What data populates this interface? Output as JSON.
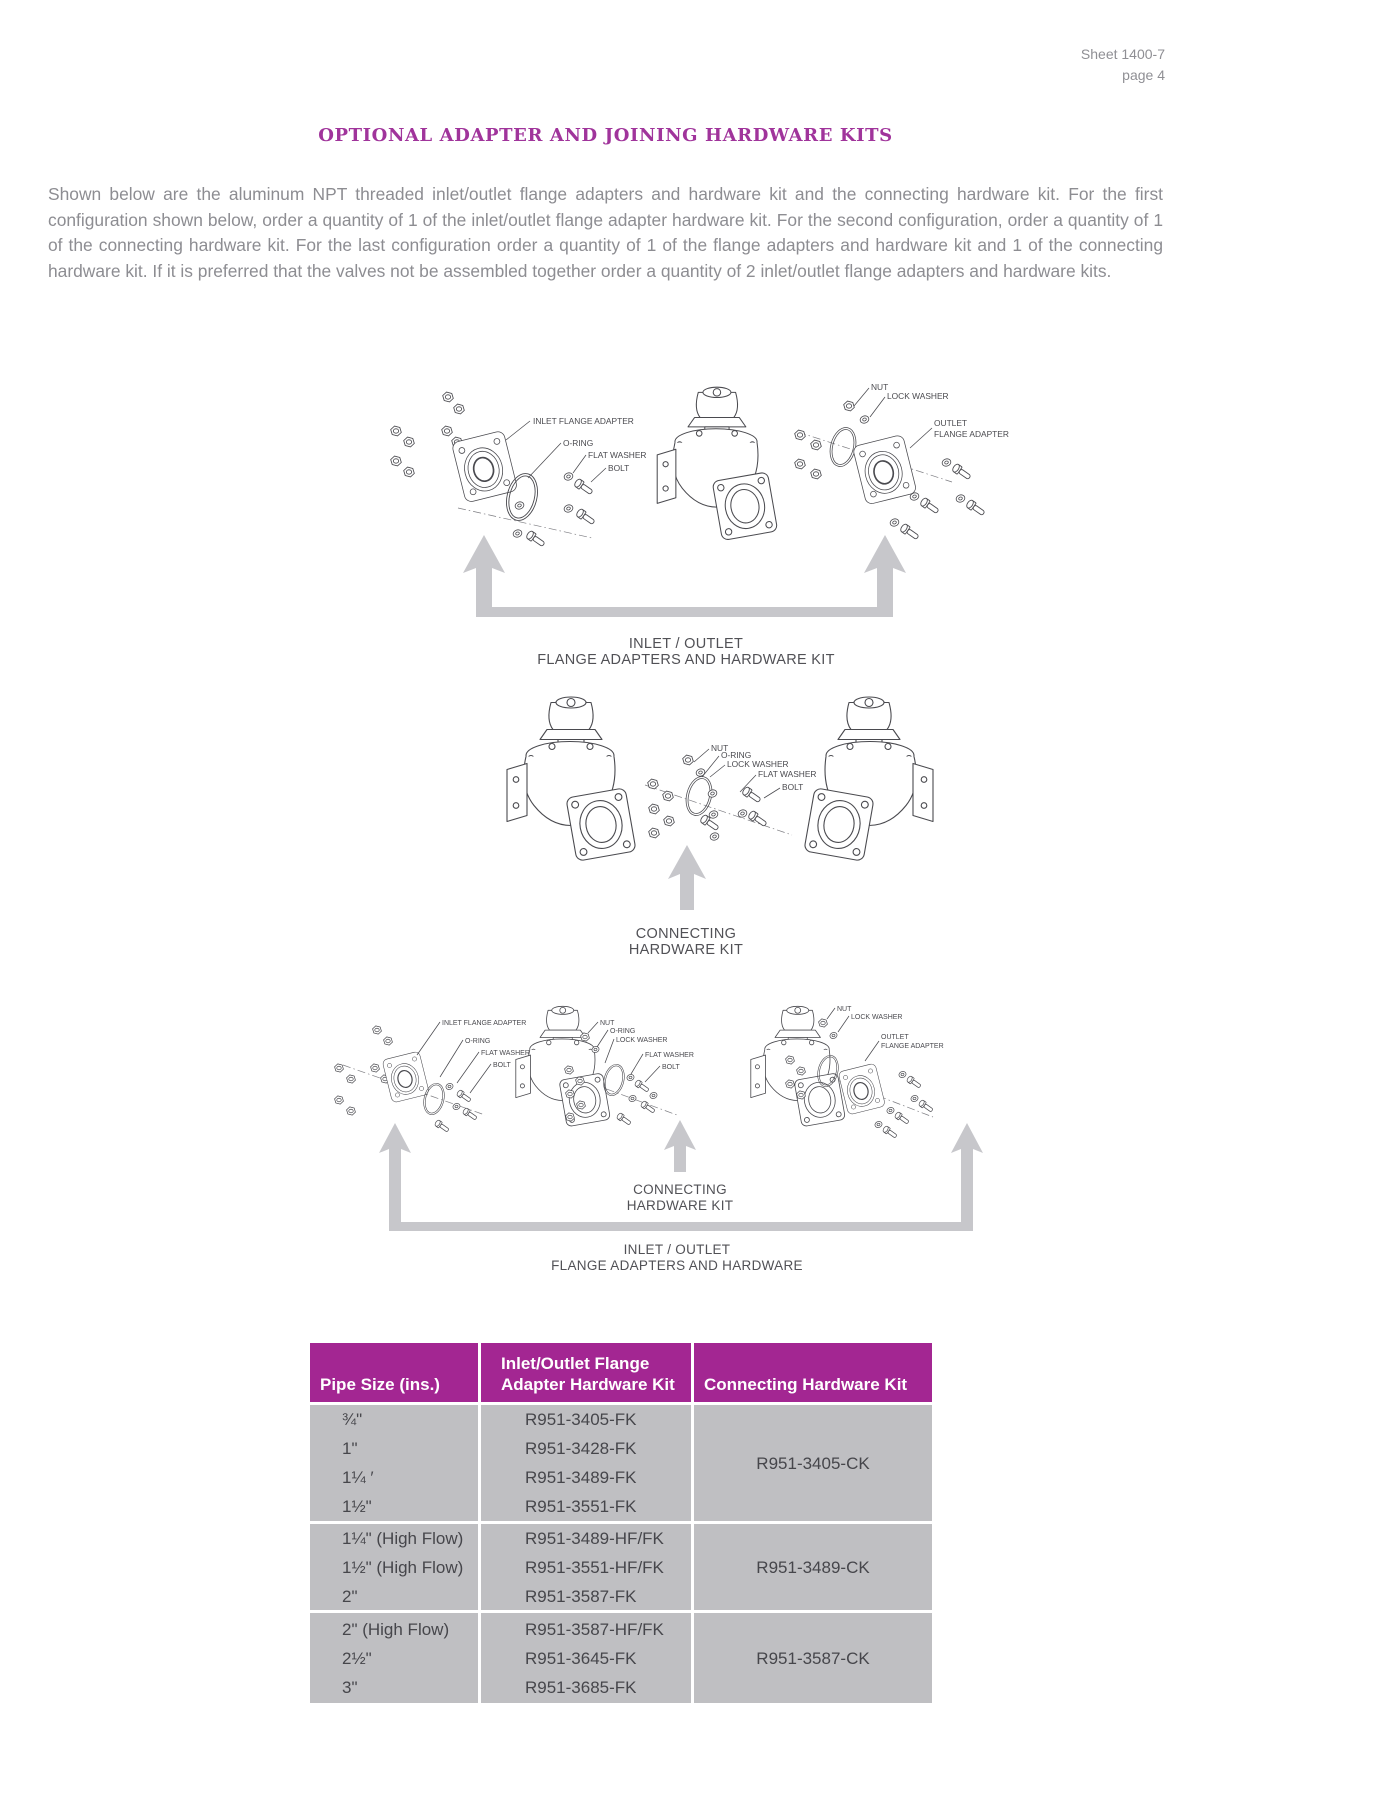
{
  "header": {
    "sheet": "Sheet 1400-7",
    "page": "page 4"
  },
  "title": "OPTIONAL ADAPTER AND JOINING HARDWARE KITS",
  "intro": "Shown below are the aluminum NPT threaded inlet/outlet flange adapters and hardware kit and the connecting hardware kit. For the first configuration shown below, order a quantity of 1 of the inlet/outlet flange adapter hardware kit. For the second configuration, order a quantity of 1 of the connecting hardware kit. For the last configuration order a quantity of 1 of the flange adapters and hardware kit and 1 of the connecting hardware kit. If it is preferred that the valves not be assembled together order a quantity of 2 inlet/outlet flange adapters and hardware kits.",
  "diagram1": {
    "labels": {
      "inlet_flange_adapter": "INLET FLANGE ADAPTER",
      "o_ring": "O-RING",
      "flat_washer": "FLAT WASHER",
      "bolt": "BOLT",
      "nut": "NUT",
      "lock_washer": "LOCK WASHER",
      "outlet_line1": "OUTLET",
      "outlet_line2": "FLANGE ADAPTER"
    },
    "caption_line1": "INLET / OUTLET",
    "caption_line2": "FLANGE ADAPTERS AND HARDWARE KIT"
  },
  "diagram2": {
    "labels": {
      "nut": "NUT",
      "o_ring": "O-RING",
      "lock_washer": "LOCK WASHER",
      "flat_washer": "FLAT WASHER",
      "bolt": "BOLT"
    },
    "caption_line1": "CONNECTING",
    "caption_line2": "HARDWARE KIT"
  },
  "diagram3": {
    "labels_left": {
      "inlet_flange_adapter": "INLET FLANGE ADAPTER",
      "o_ring": "O-RING",
      "flat_washer": "FLAT WASHER",
      "bolt": "BOLT"
    },
    "labels_mid": {
      "nut": "NUT",
      "o_ring": "O-RING",
      "lock_washer": "LOCK WASHER",
      "flat_washer": "FLAT WASHER",
      "bolt": "BOLT"
    },
    "labels_right": {
      "nut": "NUT",
      "lock_washer": "LOCK WASHER",
      "outlet_line1": "OUTLET",
      "outlet_line2": "FLANGE ADAPTER"
    },
    "caption_mid_line1": "CONNECTING",
    "caption_mid_line2": "HARDWARE KIT",
    "caption_bottom_line1": "INLET / OUTLET",
    "caption_bottom_line2": "FLANGE ADAPTERS AND HARDWARE"
  },
  "table": {
    "headers": {
      "col1": "Pipe Size (ins.)",
      "col2_line1": "Inlet/Outlet Flange",
      "col2_line2": "Adapter Hardware Kit",
      "col3": "Connecting Hardware Kit"
    },
    "groups": [
      {
        "rows": [
          [
            "¾\"",
            "R951-3405-FK"
          ],
          [
            "1\"",
            "R951-3428-FK"
          ],
          [
            "1¼ ′",
            "R951-3489-FK"
          ],
          [
            "1½\"",
            "R951-3551-FK"
          ]
        ],
        "connecting": "R951-3405-CK"
      },
      {
        "rows": [
          [
            "1¼\" (High Flow)",
            "R951-3489-HF/FK"
          ],
          [
            "1½\" (High Flow)",
            "R951-3551-HF/FK"
          ],
          [
            "2\"",
            "R951-3587-FK"
          ]
        ],
        "connecting": "R951-3489-CK"
      },
      {
        "rows": [
          [
            "2\" (High Flow)",
            "R951-3587-HF/FK"
          ],
          [
            "2½\"",
            "R951-3645-FK"
          ],
          [
            "3\"",
            "R951-3685-FK"
          ]
        ],
        "connecting": "R951-3587-CK"
      }
    ]
  },
  "colors": {
    "accent_magenta": "#a32692",
    "table_body_gray": "#bfbfc2",
    "arrow_gray": "#c7c7cb",
    "body_text_gray": "#8d8d92",
    "caption_gray": "#515156",
    "line_color": "#4a4a4f"
  }
}
